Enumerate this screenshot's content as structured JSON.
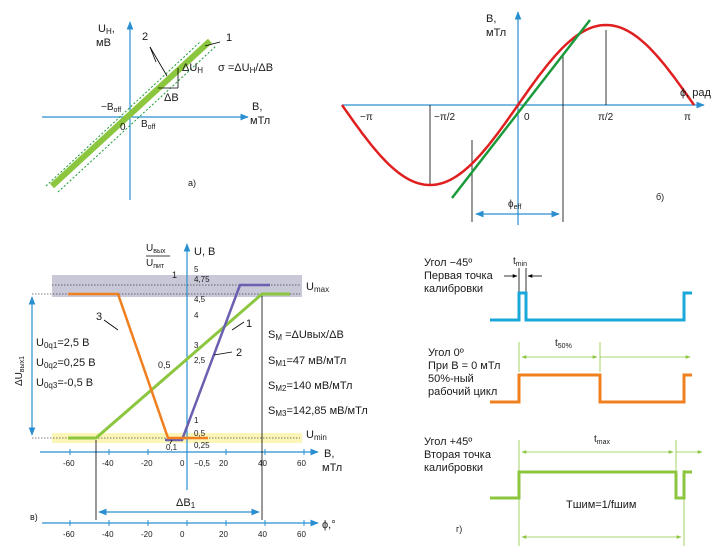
{
  "panel_a": {
    "y_label_1": "U",
    "y_label_sub": "H",
    "y_label_2": ",",
    "y_unit": "мВ",
    "x_label": "B,",
    "x_unit": "мТл",
    "line1_tag": "1",
    "line2_tag": "2",
    "delta_u": "ΔU",
    "delta_u_sub": "H",
    "delta_b": "ΔB",
    "sigma": "σ =ΔU",
    "sigma_sub": "H",
    "sigma_tail": "/ΔB",
    "neg_boff": "−B",
    "neg_boff_sub": "off",
    "boff": "B",
    "boff_sub": "off",
    "zero": "0",
    "caption": "а)",
    "colors": {
      "line": "#8cc63f",
      "axis": "#2a8fd0"
    }
  },
  "panel_b": {
    "y_label": "B,",
    "y_unit": "мТл",
    "x_label": "ϕ, рад",
    "ticks": [
      "−π",
      "−π/2",
      "0",
      "π/2",
      "π"
    ],
    "phi_eff": "ϕ",
    "phi_eff_sub": "eff",
    "caption": "б)",
    "colors": {
      "sine": "#e02020",
      "line": "#1a9a3a"
    }
  },
  "panel_v": {
    "u_out_top": "U",
    "u_out_top_sub": "вых",
    "u_out_bot": "U",
    "u_out_bot_sub": "пит",
    "u_label": "U, B",
    "left_ticks": [
      "1",
      "0,5"
    ],
    "right_ticks": [
      "5",
      "4,75",
      "4,5",
      "4",
      "3",
      "2,5",
      "1",
      "0,5",
      "0,25",
      "−0,5"
    ],
    "umax": "U",
    "umax_sub": "max",
    "umin": "U",
    "umin_sub": "min",
    "delta_u_side": "ΔU",
    "delta_u_side_sub": "вых1",
    "u0q1": "U",
    "u0q1_sub": "0q1",
    "u0q1_val": "=2,5 В",
    "u0q2": "U",
    "u0q2_sub": "0q2",
    "u0q2_val": "=0,25 В",
    "u0q3": "U",
    "u0q3_sub": "0q3",
    "u0q3_val": "=-0,5 В",
    "s_formula": "S",
    "s_formula_sub": "M",
    "s_formula_tail": " =ΔUвых/ΔB",
    "s1": "S",
    "s1_sub": "M1",
    "s1_val": "=47 мВ/мТл",
    "s2": "S",
    "s2_sub": "M2",
    "s2_val": "=140 мВ/мТл",
    "s3": "S",
    "s3_sub": "M3",
    "s3_val": "=142,85 мВ/мТл",
    "line_tags": [
      "1",
      "2",
      "3"
    ],
    "small_01": "0,1",
    "b_axis_label": "B,",
    "b_axis_unit": "мТл",
    "b_ticks": [
      "-60",
      "-40",
      "-20",
      "0",
      "20",
      "40",
      "60"
    ],
    "delta_b1": "ΔB",
    "delta_b1_sub": "1",
    "phi_label": "ϕ,°",
    "phi_ticks": [
      "-60",
      "-40",
      "-20",
      "0",
      "20",
      "40",
      "60"
    ],
    "caption": "в)",
    "colors": {
      "green": "#8cc63f",
      "purple": "#6b5fb0",
      "orange": "#f07f1f",
      "band_top": "#c8c8d8",
      "band_bot": "#fbf5b8"
    }
  },
  "panel_g": {
    "row1_l1": "Угол −45º",
    "row1_l2": "Первая точка",
    "row1_l3": "калибровки",
    "tmin": "t",
    "tmin_sub": "min",
    "row2_l1": "Угол 0º",
    "row2_l2": "При B = 0 мТл",
    "row2_l3": "50%-ный",
    "row2_l4": "рабочий цикл",
    "t50": "t",
    "t50_sub": "50%",
    "row3_l1": "Угол +45º",
    "row3_l2": "Вторая точка",
    "row3_l3": "калибровки",
    "tmax": "t",
    "tmax_sub": "max",
    "tshim": "Tшим=1/fшим",
    "caption": "г)",
    "colors": {
      "blue": "#1aa7d9",
      "orange": "#f07f1f",
      "green": "#8cc63f"
    }
  }
}
